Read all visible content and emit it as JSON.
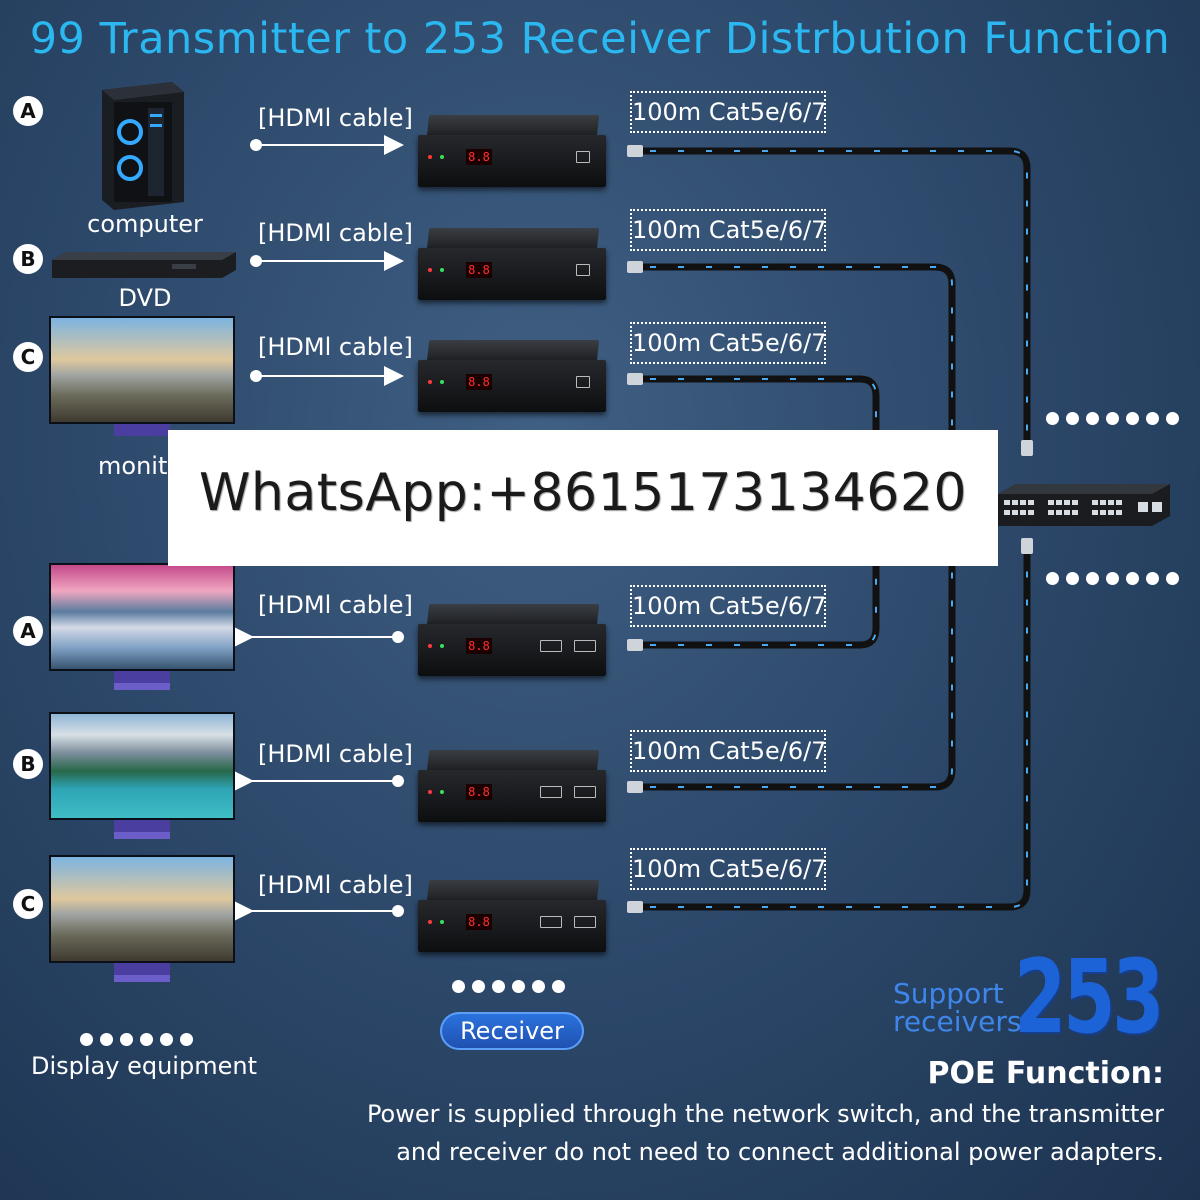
{
  "title": "99 Transmitter to 253 Receiver Distrbution Function",
  "sources": [
    {
      "badge": "A",
      "label": "computer"
    },
    {
      "badge": "B",
      "label": "DVD"
    },
    {
      "badge": "C",
      "label": "monit"
    }
  ],
  "displays": [
    {
      "badge": "A"
    },
    {
      "badge": "B"
    },
    {
      "badge": "C"
    }
  ],
  "hdmi_label": "[HDMl cable]",
  "cat_label": "100m Cat5e/6/7",
  "device_display": "8.8",
  "watermark": "WhatsApp:+8615173134620",
  "receiver_label": "Receiver",
  "display_equipment_label": "Display equipment",
  "support": {
    "word1": "Support",
    "word2": "receivers",
    "number": "253"
  },
  "poe": {
    "heading": "POE Function:",
    "line1": "Power is supplied through the network switch, and the transmitter",
    "line2": "and receiver do not need to connect additional power adapters."
  },
  "colors": {
    "title": "#2bb7f0",
    "accent": "#1d63d8",
    "cable_arrow": "#3aa0ff"
  }
}
